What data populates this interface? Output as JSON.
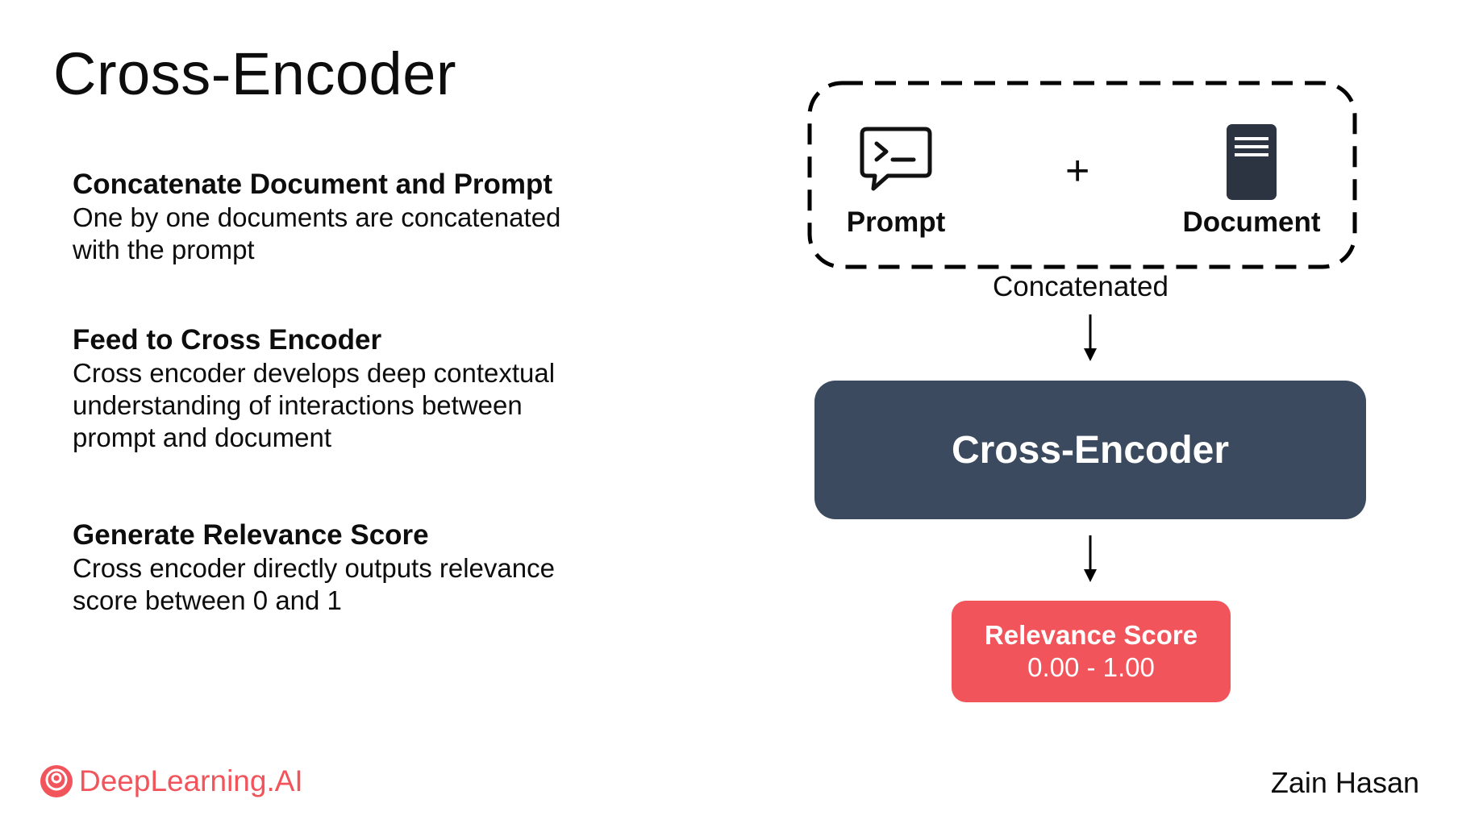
{
  "slide": {
    "title": "Cross-Encoder",
    "author": "Zain Hasan"
  },
  "points": [
    {
      "heading": "Concatenate Document and Prompt",
      "description_lines": [
        "One by one documents are concatenated",
        "with the prompt"
      ]
    },
    {
      "heading": "Feed to Cross Encoder",
      "description_lines": [
        "Cross encoder develops deep contextual",
        "understanding of interactions between",
        "prompt and document"
      ]
    },
    {
      "heading": "Generate Relevance Score",
      "description_lines": [
        "Cross encoder directly outputs relevance",
        "score between 0 and 1"
      ]
    }
  ],
  "diagram": {
    "prompt_label": "Prompt",
    "prompt_icon": "chat-terminal-icon",
    "plus_symbol": "+",
    "document_label": "Document",
    "document_icon": "document-icon",
    "concatenated_label": "Concatenated",
    "encoder_label": "Cross-Encoder",
    "score_title": "Relevance Score",
    "score_range": "0.00 - 1.00"
  },
  "logo": {
    "text": "DeepLearning.AI"
  },
  "colors": {
    "encoder_box": "#3b4a5e",
    "score_box": "#f2545b",
    "brand": "#f2545b",
    "document_icon": "#2b3440"
  }
}
